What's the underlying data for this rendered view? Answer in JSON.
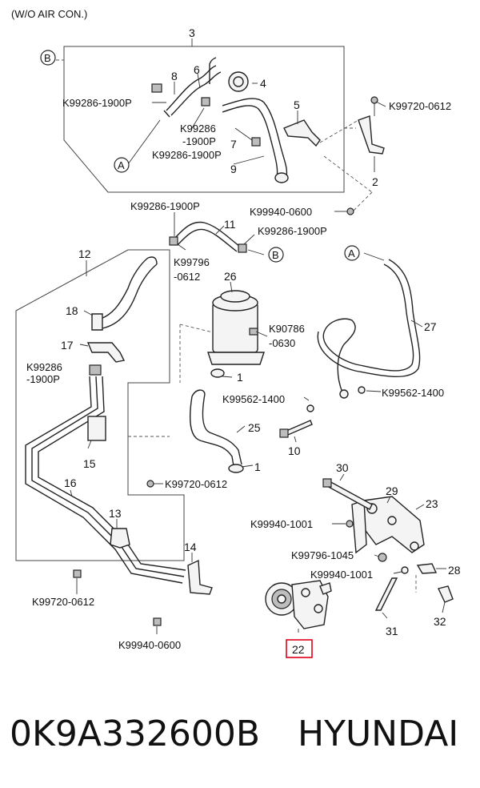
{
  "header": {
    "title": "(W/O AIR CON.)"
  },
  "footer": {
    "part_number": "0K9A332600B",
    "brand": "HYUNDAI"
  },
  "refs": {
    "a": "A",
    "b": "B"
  },
  "callouts": {
    "n1": "1",
    "n1b": "1",
    "n2": "2",
    "n3": "3",
    "n4": "4",
    "n5": "5",
    "n6": "6",
    "n7": "7",
    "n8": "8",
    "n9": "9",
    "n10": "10",
    "n11": "11",
    "n12": "12",
    "n13": "13",
    "n14": "14",
    "n15": "15",
    "n16": "16",
    "n17": "17",
    "n18": "18",
    "n22": "22",
    "n23": "23",
    "n25": "25",
    "n26": "26",
    "n27": "27",
    "n28": "28",
    "n29": "29",
    "n30": "30",
    "n31": "31",
    "n32": "32"
  },
  "codes": {
    "c1": "K99286-1900P",
    "c2a": "K99286",
    "c2b": "-1900P",
    "c3": "K99286-1900P",
    "c4": "K99720-0612",
    "c5": "K99286-1900P",
    "c6": "K99940-0600",
    "c7": "K99286-1900P",
    "c8a": "K99796",
    "c8b": "-0612",
    "c9a": "K90786",
    "c9b": "-0630",
    "c10a": "K99286",
    "c10b": "-1900P",
    "c11": "K99562-1400",
    "c12": "K99562-1400",
    "c13": "K99720-0612",
    "c14": "K99940-1001",
    "c15": "K99796-1045",
    "c16": "K99940-1001",
    "c17": "K99720-0612",
    "c18": "K99940-0600"
  },
  "highlight": {
    "part": "22",
    "color": "#e0001a"
  }
}
